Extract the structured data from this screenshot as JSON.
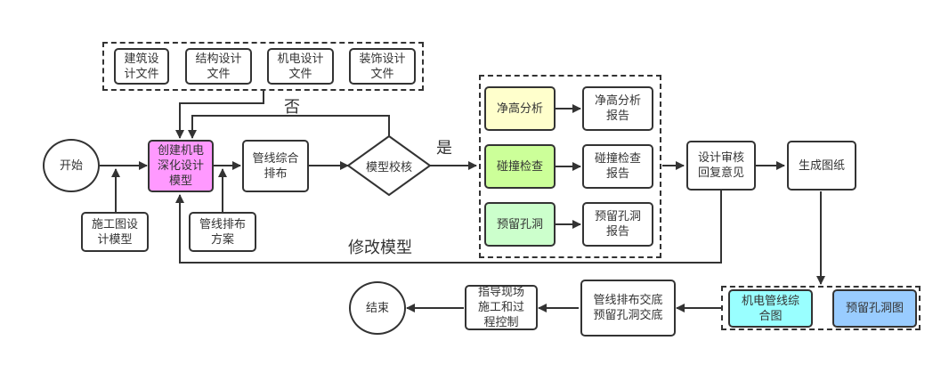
{
  "colors": {
    "stroke": "#333333",
    "create_model": "#ff99ff",
    "clearance": "#ffffcc",
    "clash": "#ccff99",
    "opening": "#ccffcc",
    "mep_drawing": "#99ffff",
    "opening_drawing": "#99ccff"
  },
  "nodes": {
    "start": "开始",
    "end": "结束",
    "arch_design": "建筑设\n计文件",
    "struct_design": "结构设计\n文件",
    "mep_design": "机电设计\n文件",
    "deco_design": "装饰设计\n文件",
    "create_model": "创建机电\n深化设计\n模型",
    "construction_model": "施工图设\n计模型",
    "pipe_layout": "管线综合\n排布",
    "pipe_plan": "管线排布\n方案",
    "model_check": "模型校核",
    "clearance": "净高分析",
    "clearance_report": "净高分析\n报告",
    "clash": "碰撞检查",
    "clash_report": "碰撞检查\n报告",
    "opening": "预留孔洞",
    "opening_report": "预留孔洞\n报告",
    "review": "设计审核\n回复意见",
    "gen_drawings": "生成图纸",
    "mep_drawing": "机电管线综\n合图",
    "opening_drawing": "预留孔洞图",
    "disclosure": "管线排布交底\n预留孔洞交底",
    "guide": "指导现场\n施工和过\n程控制"
  },
  "labels": {
    "no": "否",
    "yes": "是",
    "modify": "修改模型"
  }
}
